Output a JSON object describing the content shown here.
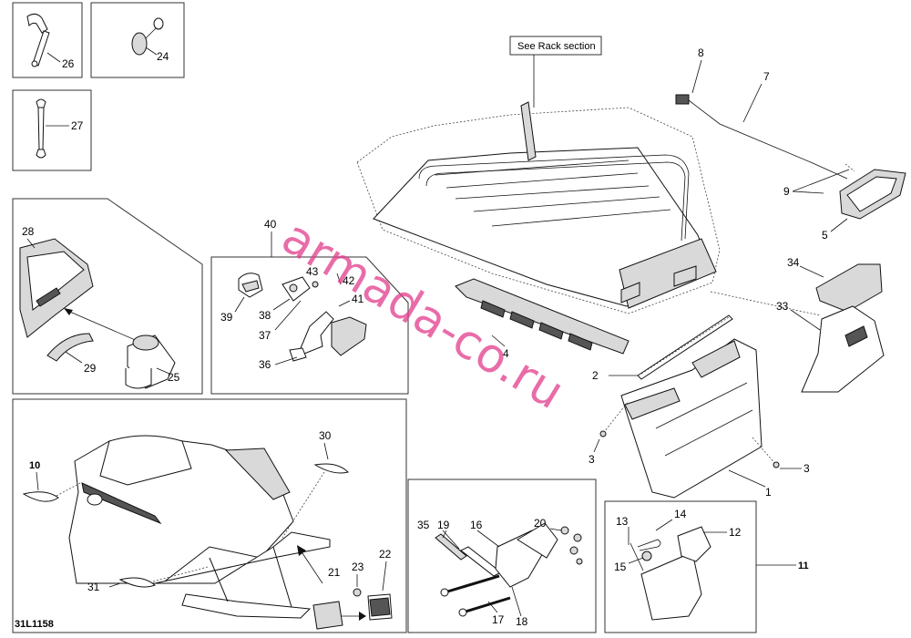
{
  "diagram": {
    "code": "31L1158",
    "callout_rack": "See Rack section",
    "watermark": "armada-co.ru",
    "labels": {
      "l1": "1",
      "l2": "2",
      "l3a": "3",
      "l3b": "3",
      "l4": "4",
      "l5": "5",
      "l7": "7",
      "l8": "8",
      "l9": "9",
      "l10": "10",
      "l11": "11",
      "l12": "12",
      "l13": "13",
      "l14": "14",
      "l15": "15",
      "l16": "16",
      "l17": "17",
      "l18": "18",
      "l19": "19",
      "l20": "20",
      "l21": "21",
      "l22": "22",
      "l23": "23",
      "l24": "24",
      "l25": "25",
      "l26": "26",
      "l27": "27",
      "l28": "28",
      "l29": "29",
      "l30": "30",
      "l31": "31",
      "l33": "33",
      "l34": "34",
      "l35": "35",
      "l36": "36",
      "l37": "37",
      "l38": "38",
      "l39": "39",
      "l40": "40",
      "l41": "41",
      "l42": "42",
      "l43": "43"
    }
  }
}
